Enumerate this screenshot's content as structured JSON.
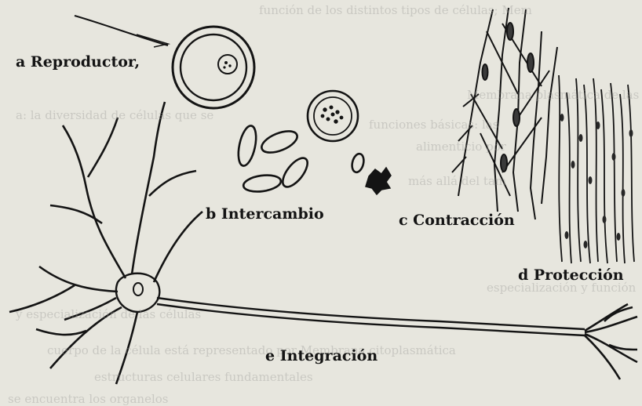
{
  "figure": {
    "labels": {
      "a": "a Reproductor,",
      "b": "b Intercambio",
      "c": "c Contracción",
      "d": "d Protección",
      "e": "e Integración"
    }
  },
  "bleed_through": [
    "función de los distintos tipos de células; Mem",
    "Membrana plasmática de las célu",
    "a: la diversidad de células que se",
    "funciones básicas: las",
    "alimenticio por",
    "más allá del tam",
    "especialización y función",
    "y especialización de las células",
    "cuerpo de la célula está representado por Membrana citoplasmática",
    "estructuras celulares fundamentales",
    "se encuentra los organelos"
  ],
  "colors": {
    "paper": "#ecebe3",
    "ink": "#141414",
    "bleed": "#9a9a96"
  }
}
